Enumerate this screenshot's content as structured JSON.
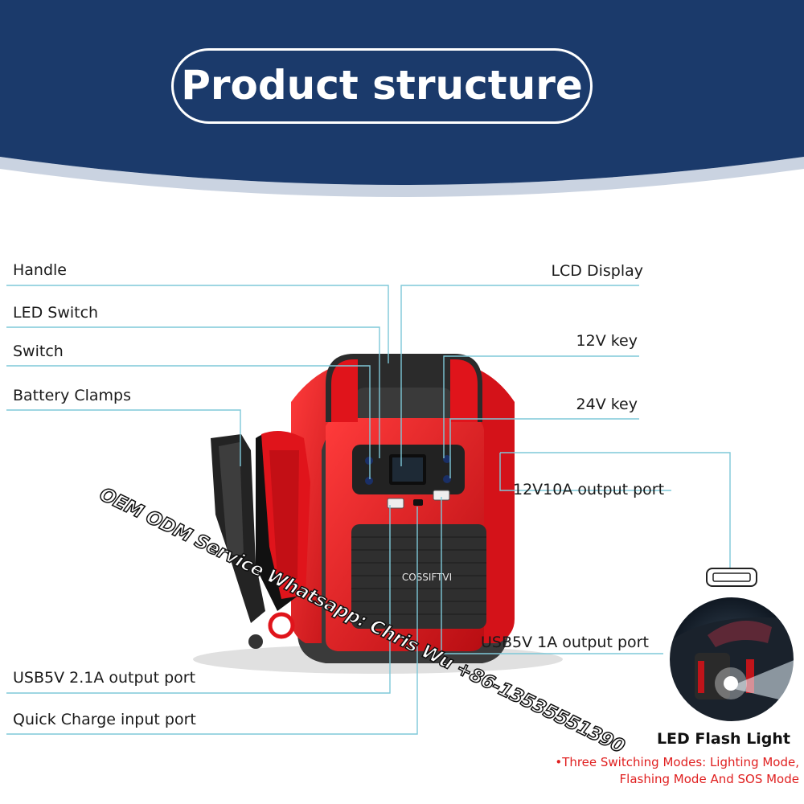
{
  "header": {
    "title": "Product structure",
    "background_color": "#1b3a6b"
  },
  "labels_left": [
    {
      "id": "handle",
      "text": "Handle"
    },
    {
      "id": "led-switch",
      "text": "LED Switch"
    },
    {
      "id": "switch",
      "text": "Switch"
    },
    {
      "id": "battery-clamps",
      "text": "Battery Clamps"
    },
    {
      "id": "usb-21a",
      "text": "USB5V 2.1A output port"
    },
    {
      "id": "quick-charge",
      "text": "Quick Charge input port"
    }
  ],
  "labels_right": [
    {
      "id": "lcd-display",
      "text": "LCD Display"
    },
    {
      "id": "key-12v",
      "text": "12V key"
    },
    {
      "id": "key-24v",
      "text": "24V key"
    },
    {
      "id": "output-12v10a",
      "text": "12V10A output port"
    },
    {
      "id": "usb-1a",
      "text": "USB5V 1A output port"
    }
  ],
  "product": {
    "brand": "COSSIFTVI",
    "body_color": "#e0141b",
    "trim_color": "#3a3a3a"
  },
  "watermark": "OEM ODM Service Whatsapp: Chris Wu +86-13535551390",
  "flash_light": {
    "title": "LED Flash Light",
    "description_line1": "•Three Switching Modes: Lighting Mode,",
    "description_line2": "Flashing Mode And SOS Mode"
  },
  "leader_line_color": "#7ec8d8"
}
